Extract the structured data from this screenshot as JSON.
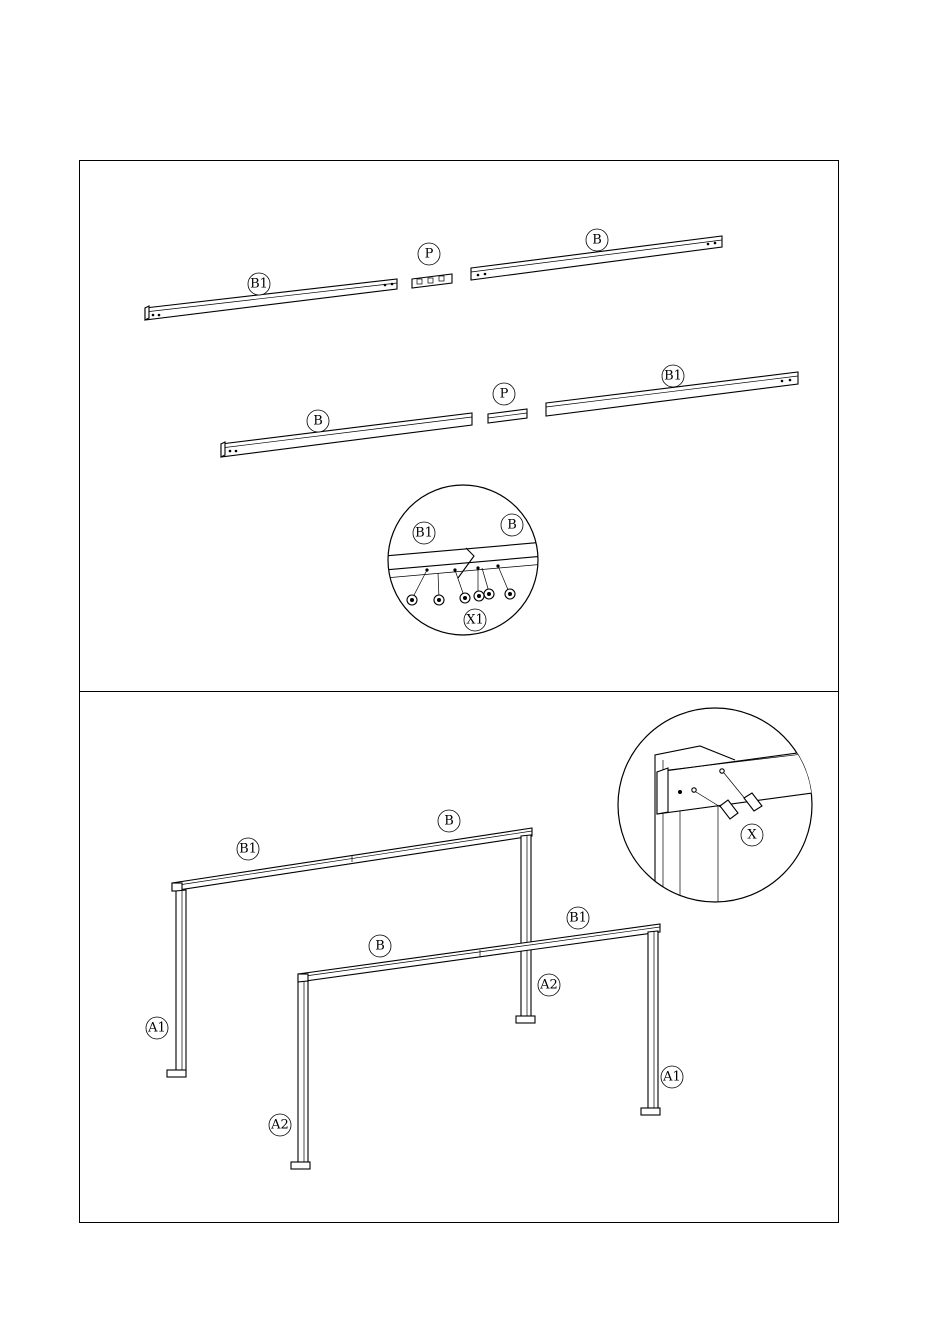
{
  "step_1": {
    "labels": {
      "top_left_beam": "B1",
      "top_connector": "P",
      "top_right_beam": "B",
      "bottom_left_beam": "B",
      "bottom_connector": "P",
      "bottom_right_beam": "B1"
    },
    "detail": {
      "left_label": "B1",
      "right_label": "B",
      "hardware_label": "X1"
    }
  },
  "step_2": {
    "labels": {
      "back_beam_left": "B1",
      "back_beam_right": "B",
      "front_beam_left": "B",
      "front_beam_right": "B1",
      "back_left_post": "A1",
      "back_right_post": "A2",
      "front_left_post": "A2",
      "front_right_post": "A1"
    },
    "detail": {
      "hardware_label": "X"
    }
  },
  "colors": {
    "line": "#000000",
    "background": "#ffffff"
  }
}
